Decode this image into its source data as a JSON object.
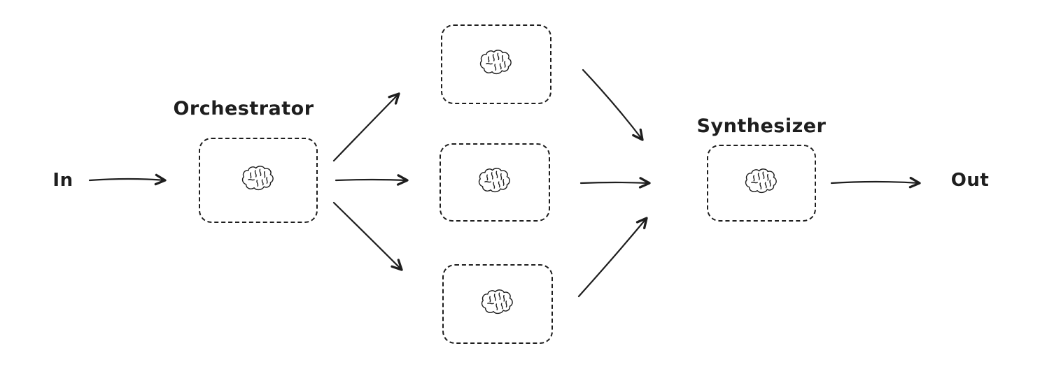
{
  "diagram": {
    "type": "flow",
    "style": "hand-drawn",
    "colors": {
      "ink": "#1e1e1e",
      "background": "#ffffff"
    },
    "nodes": {
      "input": {
        "label": "In"
      },
      "orchestrator": {
        "label": "Orchestrator",
        "icon": "brain-icon"
      },
      "workers": [
        {
          "name": "worker-1",
          "icon": "brain-icon"
        },
        {
          "name": "worker-2",
          "icon": "brain-icon"
        },
        {
          "name": "worker-3",
          "icon": "brain-icon"
        }
      ],
      "synthesizer": {
        "label": "Synthesizer",
        "icon": "brain-icon"
      },
      "output": {
        "label": "Out"
      }
    },
    "edges": [
      "in -> orchestrator",
      "orchestrator -> worker-1",
      "orchestrator -> worker-2",
      "orchestrator -> worker-3",
      "worker-1 -> synthesizer",
      "worker-2 -> synthesizer",
      "worker-3 -> synthesizer",
      "synthesizer -> out"
    ]
  }
}
